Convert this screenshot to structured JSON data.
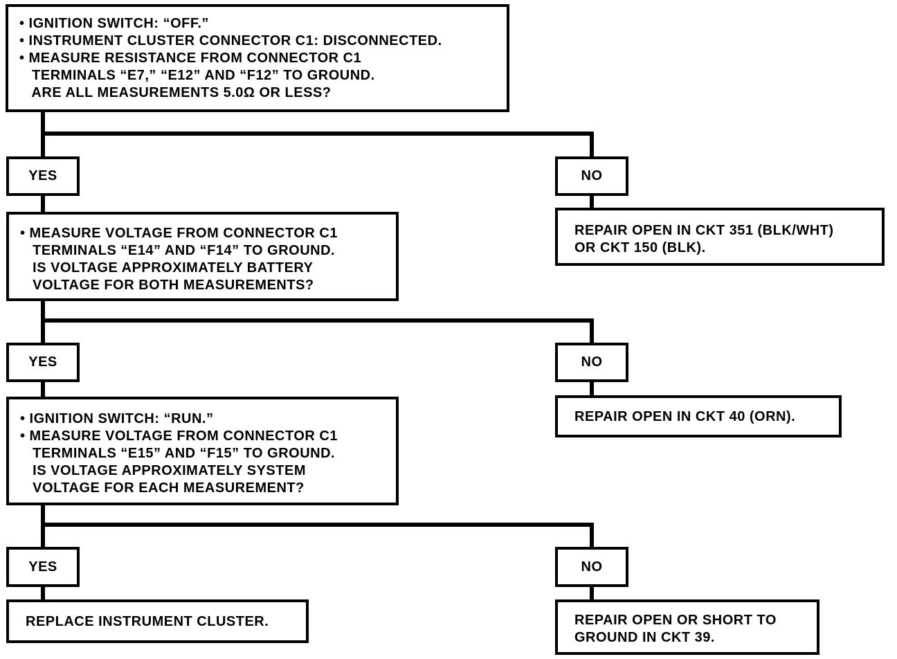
{
  "step1": {
    "lines": [
      "• IGNITION SWITCH: “OFF.”",
      "• INSTRUMENT CLUSTER CONNECTOR C1: DISCONNECTED.",
      "• MEASURE RESISTANCE FROM CONNECTOR C1",
      "   TERMINALS “E7,” “E12” AND “F12” TO GROUND.",
      "   ARE ALL MEASUREMENTS 5.0Ω OR LESS?"
    ]
  },
  "step2": {
    "lines": [
      "• MEASURE VOLTAGE FROM CONNECTOR C1",
      "   TERMINALS “E14” AND “F14” TO GROUND.",
      "   IS VOLTAGE APPROXIMATELY BATTERY",
      "   VOLTAGE FOR BOTH MEASUREMENTS?"
    ]
  },
  "step3": {
    "lines": [
      "• IGNITION SWITCH: “RUN.”",
      "• MEASURE VOLTAGE FROM CONNECTOR C1",
      "   TERMINALS “E15” AND “F15” TO GROUND.",
      "   IS VOLTAGE APPROXIMATELY SYSTEM",
      "   VOLTAGE FOR EACH MEASUREMENT?"
    ]
  },
  "labels": {
    "yes": "YES",
    "no": "NO"
  },
  "results": {
    "no1": [
      "REPAIR OPEN IN CKT 351 (BLK/WHT)",
      "OR CKT 150 (BLK)."
    ],
    "no2": [
      "REPAIR OPEN IN CKT 40 (ORN)."
    ],
    "yes3": [
      "REPLACE INSTRUMENT CLUSTER."
    ],
    "no3": [
      "REPAIR OPEN OR SHORT TO",
      "GROUND IN CKT 39."
    ]
  }
}
